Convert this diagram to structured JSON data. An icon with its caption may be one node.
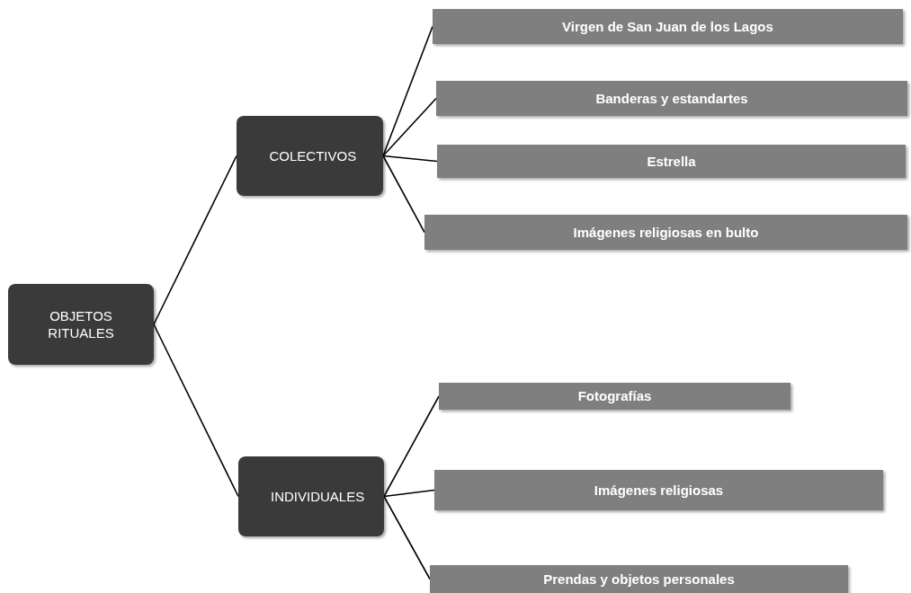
{
  "diagram": {
    "nodes": [
      {
        "text": [
          "OBJETOS RITUALES"
        ]
      },
      {
        "text": [
          "COLECTIVOS"
        ]
      },
      {
        "text": [
          "INDIVIDUALES"
        ]
      },
      {
        "text": [
          "Virgen de San Juan de los Lagos"
        ]
      },
      {
        "text": [
          "Banderas y estandartes"
        ]
      },
      {
        "text": [
          "Estrella"
        ]
      },
      {
        "text": [
          "Imágenes religiosas en bulto"
        ]
      },
      {
        "text": [
          "Fotografías"
        ]
      },
      {
        "text": [
          "Imágenes religiosas"
        ]
      },
      {
        "text": [
          "Prendas y objetos personales"
        ]
      }
    ],
    "edges": [
      {
        "from": 0,
        "to": 1,
        "arrow": "none"
      },
      {
        "from": 0,
        "to": 2,
        "arrow": "none"
      },
      {
        "from": 1,
        "to": 3,
        "arrow": "none"
      },
      {
        "from": 1,
        "to": 4,
        "arrow": "none"
      },
      {
        "from": 1,
        "to": 5,
        "arrow": "none"
      },
      {
        "from": 1,
        "to": 6,
        "arrow": "none"
      },
      {
        "from": 2,
        "to": 7,
        "arrow": "none"
      },
      {
        "from": 2,
        "to": 8,
        "arrow": "none"
      },
      {
        "from": 2,
        "to": 9,
        "arrow": "none"
      }
    ]
  }
}
